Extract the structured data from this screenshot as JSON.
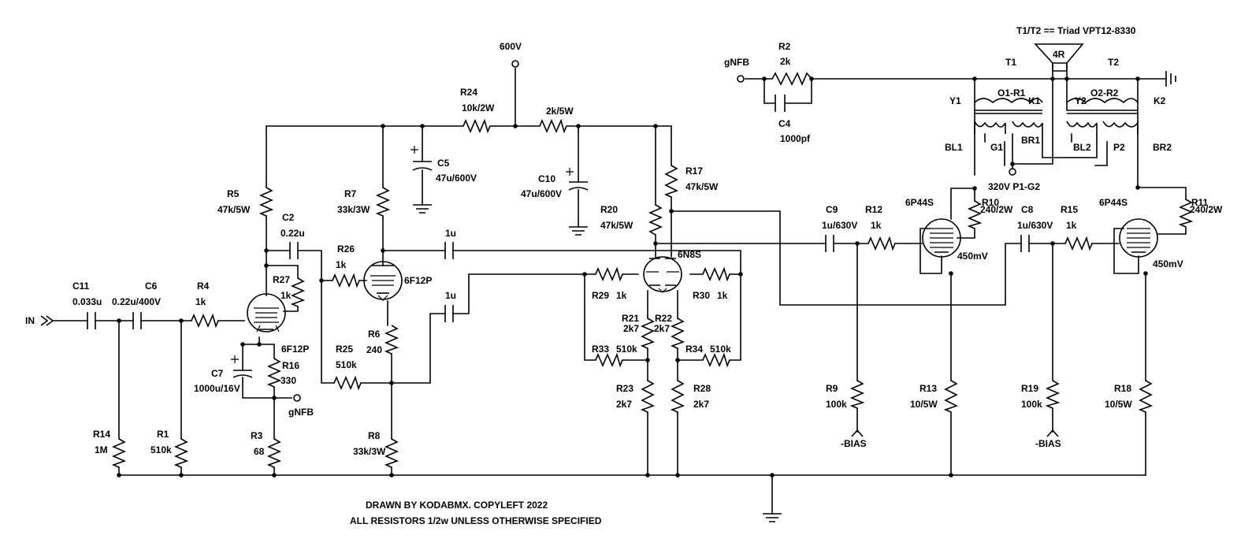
{
  "title": "",
  "footer": {
    "line1": "DRAWN BY KODABMX. COPYLEFT 2022",
    "line2": "ALL RESISTORS 1/2w UNLESS OTHERWISE SPECIFIED"
  },
  "nets": {
    "input": "IN",
    "supply": "600V",
    "gnfb_top": "gNFB",
    "gnfb_bottom": "gNFB",
    "bias1": "-BIAS",
    "bias2": "-BIAS",
    "p1g2": "320V P1-G2",
    "cathode1": "450mV",
    "cathode2": "450mV"
  },
  "transformer": {
    "note": "T1/T2 == Triad VPT12-8330",
    "speaker": "4R",
    "t1": "T1",
    "t2": "T2",
    "y1": "Y1",
    "y2": "Y2",
    "k1": "K1",
    "k2": "K2",
    "o1": "O1-R1",
    "o2": "O2-R2",
    "bl1": "BL1",
    "g1": "G1",
    "br1": "BR1",
    "bl2": "BL2",
    "p2": "P2",
    "br2": "BR2"
  },
  "tubes": {
    "v1": "6F12P",
    "v2": "6F12P",
    "v3": "6N8S",
    "v4": "6P44S",
    "v5": "6P44S"
  },
  "components": {
    "c11": {
      "ref": "C11",
      "value": "0.033u"
    },
    "c6": {
      "ref": "C6",
      "value": "0.22u/400V"
    },
    "r4": {
      "ref": "R4",
      "value": "1k"
    },
    "r14": {
      "ref": "R14",
      "value": "1M"
    },
    "r1": {
      "ref": "R1",
      "value": "510k"
    },
    "r5": {
      "ref": "R5",
      "value": "47k/5W"
    },
    "c2": {
      "ref": "C2",
      "value": "0.22u"
    },
    "r27": {
      "ref": "R27",
      "value": "1k"
    },
    "c7": {
      "ref": "C7",
      "value": "1000u/16V"
    },
    "r16": {
      "ref": "R16",
      "value": "330"
    },
    "r3": {
      "ref": "R3",
      "value": "68"
    },
    "r26": {
      "ref": "R26",
      "value": "1k"
    },
    "r25": {
      "ref": "R25",
      "value": "510k"
    },
    "r7": {
      "ref": "R7",
      "value": "33k/3W"
    },
    "r6": {
      "ref": "R6",
      "value": "240"
    },
    "r8": {
      "ref": "R8",
      "value": "33k/3W"
    },
    "c5": {
      "ref": "C5",
      "value": "47u/600V"
    },
    "r24": {
      "ref": "R24",
      "value": "10k/2W"
    },
    "r_2k": {
      "value": "2k/5W"
    },
    "c10": {
      "ref": "C10",
      "value": "47u/600V"
    },
    "c_1u_a": {
      "value": "1u"
    },
    "c_1u_b": {
      "value": "1u"
    },
    "r17": {
      "ref": "R17",
      "value": "47k/5W"
    },
    "r20": {
      "ref": "R20",
      "value": "47k/5W"
    },
    "r29": {
      "ref": "R29",
      "value": "1k"
    },
    "r30": {
      "ref": "R30",
      "value": "1k"
    },
    "r21": {
      "ref": "R21",
      "value": "2k7"
    },
    "r22": {
      "ref": "R22",
      "value": "2k7"
    },
    "r33": {
      "ref": "R33",
      "value": "510k"
    },
    "r34": {
      "ref": "R34",
      "value": "510k"
    },
    "r23": {
      "ref": "R23",
      "value": "2k7"
    },
    "r28": {
      "ref": "R28",
      "value": "2k7"
    },
    "r2": {
      "ref": "R2",
      "value": "2k"
    },
    "c4": {
      "ref": "C4",
      "value": "1000pf"
    },
    "c9": {
      "ref": "C9",
      "value": "1u/630V"
    },
    "r12": {
      "ref": "R12",
      "value": "1k"
    },
    "r10": {
      "ref": "R10",
      "value": "240/2W"
    },
    "r9": {
      "ref": "R9",
      "value": "100k"
    },
    "r13": {
      "ref": "R13",
      "value": "10/5W"
    },
    "c8": {
      "ref": "C8",
      "value": "1u/630V"
    },
    "r15": {
      "ref": "R15",
      "value": "1k"
    },
    "r11": {
      "ref": "R11",
      "value": "240/2W"
    },
    "r19": {
      "ref": "R19",
      "value": "100k"
    },
    "r18": {
      "ref": "R18",
      "value": "10/5W"
    }
  }
}
